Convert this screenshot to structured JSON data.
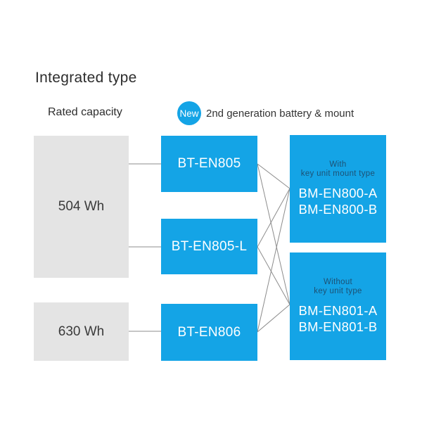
{
  "page": {
    "title": "Integrated type",
    "background": "#ffffff"
  },
  "colors": {
    "accent_blue": "#14a4e6",
    "box_gray": "#e4e4e4",
    "connector_gray": "#8c8c8c",
    "note_text_blue": "#1d5174",
    "text_dark": "#2d2d2d"
  },
  "header": {
    "column_label": "Rated capacity",
    "badge": "New",
    "caption": "2nd generation battery & mount"
  },
  "capacities": [
    {
      "label": "504 Wh"
    },
    {
      "label": "630 Wh"
    }
  ],
  "batteries": [
    {
      "label": "BT-EN805"
    },
    {
      "label": "BT-EN805-L"
    },
    {
      "label": "BT-EN806"
    }
  ],
  "mounts": [
    {
      "note_line1": "With",
      "note_line2": "key unit mount type",
      "models": [
        "BM-EN800-A",
        "BM-EN800-B"
      ]
    },
    {
      "note_line1": "Without",
      "note_line2": "key unit type",
      "models": [
        "BM-EN801-A",
        "BM-EN801-B"
      ]
    }
  ]
}
